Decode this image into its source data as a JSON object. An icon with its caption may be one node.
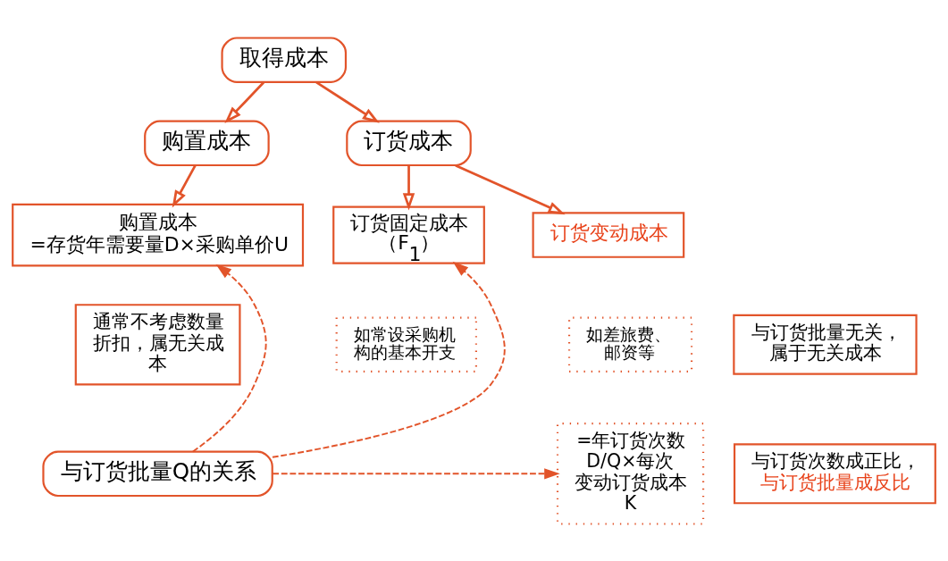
{
  "diagram": {
    "nodes": [
      {
        "text": [
          "取得成本"
        ]
      },
      {
        "text": [
          "购置成本"
        ]
      },
      {
        "text": [
          "订货成本"
        ]
      },
      {
        "text": [
          "购置成本",
          "=存货年需要量D×采购单价U"
        ]
      },
      {
        "text": [
          "订货固定成本（F$_{1}$）"
        ]
      },
      {
        "text": [
          "订货变动成本"
        ]
      },
      {
        "text": [
          "如常设采购机构的基本开支"
        ]
      },
      {
        "text": [
          "如差旅费、邮资等"
        ]
      },
      {
        "text": [
          "=年订货次数D/Q×每次变动订货成本K"
        ]
      },
      {
        "text": [
          "与订货批量Q的关系"
        ]
      },
      {
        "text": [
          "通常不考虑数量折扣，属无关成本"
        ]
      },
      {
        "text": [
          "与订货批量无关，属于无关成本"
        ]
      },
      {
        "text": [
          "与订货次数成正比，",
          "与订货批量成反比"
        ]
      }
    ],
    "edges": [
      {
        "from": 0,
        "to": 1,
        "arrow": "to"
      },
      {
        "from": 0,
        "to": 2,
        "arrow": "to"
      },
      {
        "from": 1,
        "to": 3,
        "arrow": "to"
      },
      {
        "from": 2,
        "to": 4,
        "arrow": "to"
      },
      {
        "from": 2,
        "to": 5,
        "arrow": "to"
      },
      {
        "from": 9,
        "to": 3,
        "arrow": "to",
        "style": "dashed"
      },
      {
        "from": 9,
        "to": 4,
        "arrow": "to",
        "style": "dashed"
      },
      {
        "from": 9,
        "to": 8,
        "arrow": "to",
        "style": "dashed"
      }
    ]
  }
}
